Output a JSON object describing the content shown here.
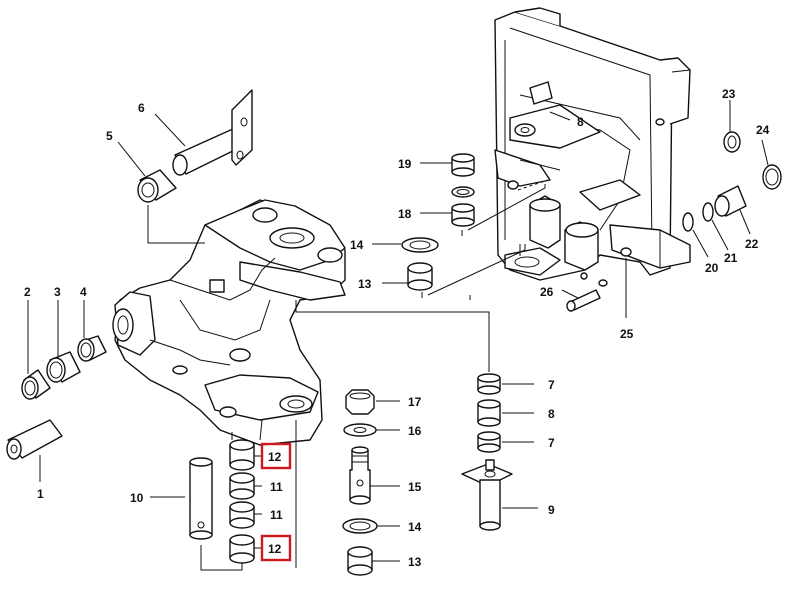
{
  "callouts": {
    "c1": "1",
    "c2": "2",
    "c3": "3",
    "c4": "4",
    "c5": "5",
    "c6": "6",
    "c7a": "7",
    "c7b": "7",
    "c8a": "8",
    "c8b": "8",
    "c9": "9",
    "c10": "10",
    "c11a": "11",
    "c11b": "11",
    "c12a": "12",
    "c12b": "12",
    "c13a": "13",
    "c13b": "13",
    "c14a": "14",
    "c14b": "14",
    "c15": "15",
    "c16": "16",
    "c17": "17",
    "c18": "18",
    "c19": "19",
    "c20": "20",
    "c21": "21",
    "c22": "22",
    "c23": "23",
    "c24": "24",
    "c25": "25",
    "c26": "26"
  },
  "highlight": {
    "color": "#d0191f",
    "labels": [
      "12",
      "12"
    ]
  }
}
